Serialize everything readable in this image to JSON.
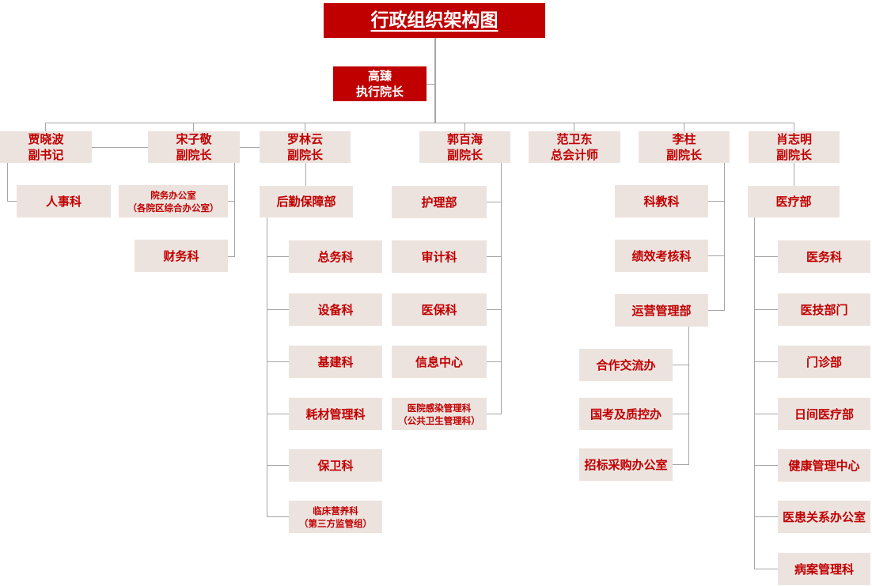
{
  "title": "行政组织架构图",
  "director": {
    "name": "高臻",
    "title": "执行院长"
  },
  "columns": [
    {
      "leader": {
        "name": "贾晓波",
        "title": "副书记"
      },
      "children": [
        "人事科"
      ]
    },
    {
      "leader": {
        "name": "宋子敬",
        "title": "副院长"
      },
      "children": [
        "院务办公室\n（各院区综合办公室）",
        "财务科"
      ]
    },
    {
      "leader": {
        "name": "罗林云",
        "title": "副院长"
      },
      "children": [
        "后勤保障部"
      ],
      "grandchildren": [
        "总务科",
        "设备科",
        "基建科",
        "耗材管理科",
        "保卫科",
        "临床营养科\n（第三方监管组）"
      ]
    },
    {
      "leader": {
        "name": "郭百海",
        "title": "副院长"
      },
      "children": [
        "护理部",
        "审计科",
        "医保科",
        "信息中心",
        "医院感染管理科\n（公共卫生管理科）"
      ]
    },
    {
      "leader": {
        "name": "范卫东",
        "title": "总会计师"
      },
      "children": []
    },
    {
      "leader": {
        "name": "李柱",
        "title": "副院长"
      },
      "children": [
        "科教科",
        "绩效考核科",
        "运营管理部"
      ],
      "grandchildren": [
        "合作交流办",
        "国考及质控办",
        "招标采购办公室"
      ]
    },
    {
      "leader": {
        "name": "肖志明",
        "title": "副院长"
      },
      "children": [
        "医疗部"
      ],
      "grandchildren": [
        "医务科",
        "医技部门",
        "门诊部",
        "日间医疗部",
        "健康管理中心",
        "医患关系办公室",
        "病案管理科"
      ]
    }
  ],
  "colors": {
    "accent": "#C00000",
    "box_bg": "#ECE3DF",
    "box_text": "#C00000",
    "line": "#A6A6A6"
  }
}
